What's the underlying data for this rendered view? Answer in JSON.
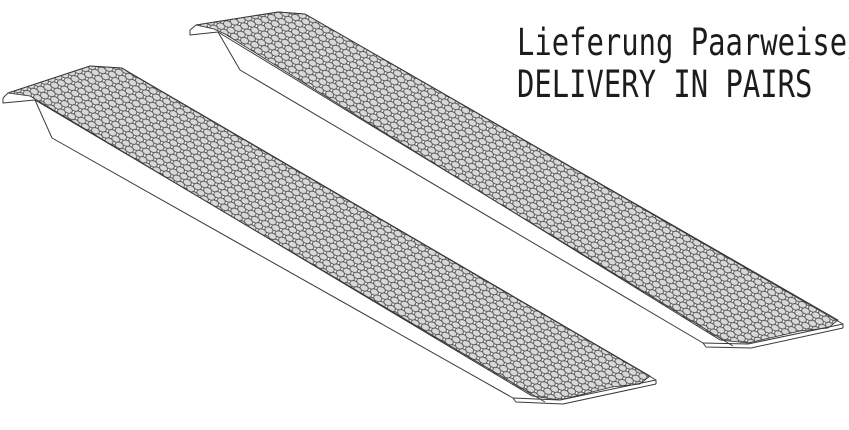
{
  "label": {
    "line1": "Lieferung Paarweise/",
    "line2": "DELIVERY IN PAIRS"
  },
  "drawing": {
    "subject": "two perforated aluminium loading ramps",
    "count": 2,
    "stroke_color": "#3a3a3a",
    "perforation_color": "#555555",
    "background": "#ffffff"
  }
}
